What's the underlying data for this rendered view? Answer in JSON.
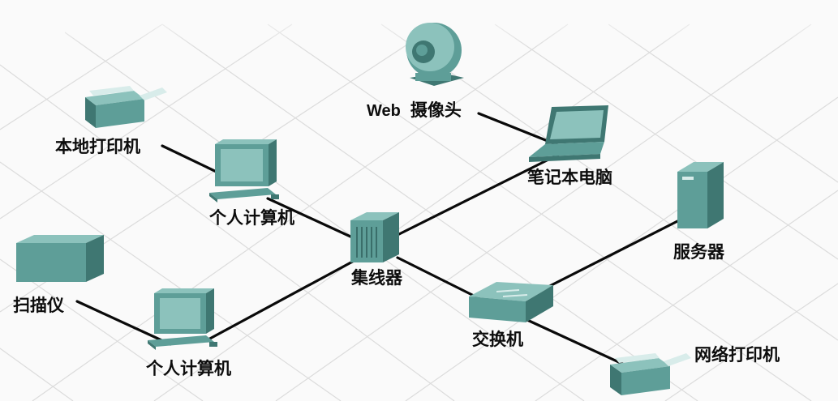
{
  "diagram": {
    "labels": {
      "local_printer": "本地打印机",
      "pc_top": "个人计算机",
      "scanner": "扫描仪",
      "pc_bottom": "个人计算机",
      "hub": "集线器",
      "webcam_prefix": "Web",
      "webcam_suffix": "摄像头",
      "laptop": "笔记本电脑",
      "server": "服务器",
      "switch": "交换机",
      "network_printer": "网络打印机"
    },
    "connections": [
      [
        "local_printer",
        "pc_top"
      ],
      [
        "pc_top",
        "hub"
      ],
      [
        "scanner",
        "pc_bottom"
      ],
      [
        "pc_bottom",
        "hub"
      ],
      [
        "hub",
        "laptop"
      ],
      [
        "webcam",
        "laptop"
      ],
      [
        "hub",
        "switch"
      ],
      [
        "switch",
        "server"
      ],
      [
        "switch",
        "network_printer"
      ]
    ],
    "colors": {
      "device_fill": "#5e9e98",
      "device_dark": "#3f7772",
      "device_light": "#8cc2bc",
      "link": "#0a0a0a",
      "grid": "#dcdcdc"
    }
  }
}
